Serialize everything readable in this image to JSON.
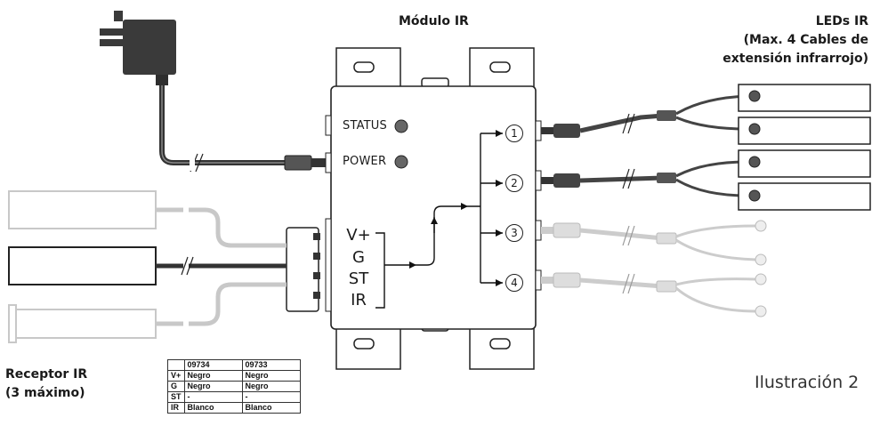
{
  "title": "Módulo IR",
  "leds_label": [
    "LEDs IR",
    "(Max. 4 Cables de",
    "extensión infrarrojo)"
  ],
  "receiver_label": [
    "Receptor IR",
    "(3 máximo)"
  ],
  "illustration_label": "Ilustración 2",
  "panel": {
    "status": "STATUS",
    "power": "POWER"
  },
  "pins": [
    "V+",
    "G",
    "ST",
    "IR"
  ],
  "outputs": [
    "1",
    "2",
    "3",
    "4"
  ],
  "table": {
    "headers": [
      "",
      "09734",
      "09733"
    ],
    "rows": [
      [
        "V+",
        "Negro",
        "Negro"
      ],
      [
        "G",
        "Negro",
        "Negro"
      ],
      [
        "ST",
        "-",
        "-"
      ],
      [
        "IR",
        "Blanco",
        "Blanco"
      ]
    ]
  }
}
